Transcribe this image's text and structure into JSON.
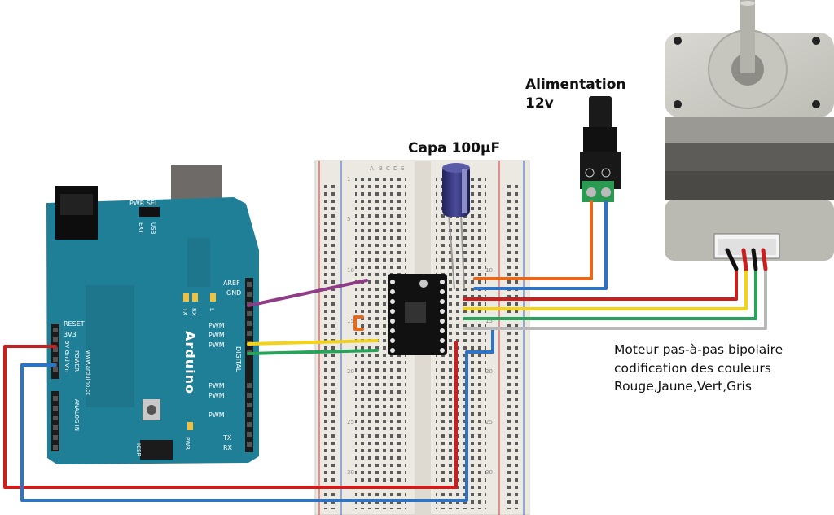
{
  "labels": {
    "power_line1": "Alimentation",
    "power_line2": "12v",
    "capacitor": "Capa 100µF",
    "motor_line1": "Moteur pas-à-pas bipolaire",
    "motor_line2": "codification des couleurs",
    "motor_line3": "Rouge,Jaune,Vert,Gris"
  },
  "arduino": {
    "brand": "Arduino",
    "url": "www.arduino.cc",
    "pwr_sel": "PWR SEL",
    "ext": "EXT",
    "usb": "USB",
    "tx": "TX",
    "rx": "RX",
    "l": "L",
    "aref": "AREF",
    "gnd": "GND",
    "digital": "DIGITAL",
    "power": "POWER",
    "analog_in": "ANALOG IN",
    "reset": "RESET",
    "v33": "3V3",
    "v5_gnd_vin": "5V Gnd Vin",
    "icsp": "ICSP",
    "pwr": "PWR",
    "pwm": "PWM",
    "tx_pin": "TX",
    "rx_pin": "RX"
  },
  "breadboard": {
    "col_letters_left": [
      "A",
      "B",
      "C",
      "D",
      "E"
    ],
    "row_numbers": [
      "1",
      "5",
      "10",
      "15",
      "20",
      "25",
      "30"
    ]
  },
  "colors": {
    "board_teal": "#1f7f96",
    "wire_red": "#c8201e",
    "wire_blue": "#2f74c4",
    "wire_yellow": "#f2d21a",
    "wire_green": "#27a35a",
    "wire_purple": "#8e3c87",
    "wire_orange": "#e5691c",
    "wire_gray": "#b8b8b8",
    "breadboard": "#e9e6e0"
  }
}
